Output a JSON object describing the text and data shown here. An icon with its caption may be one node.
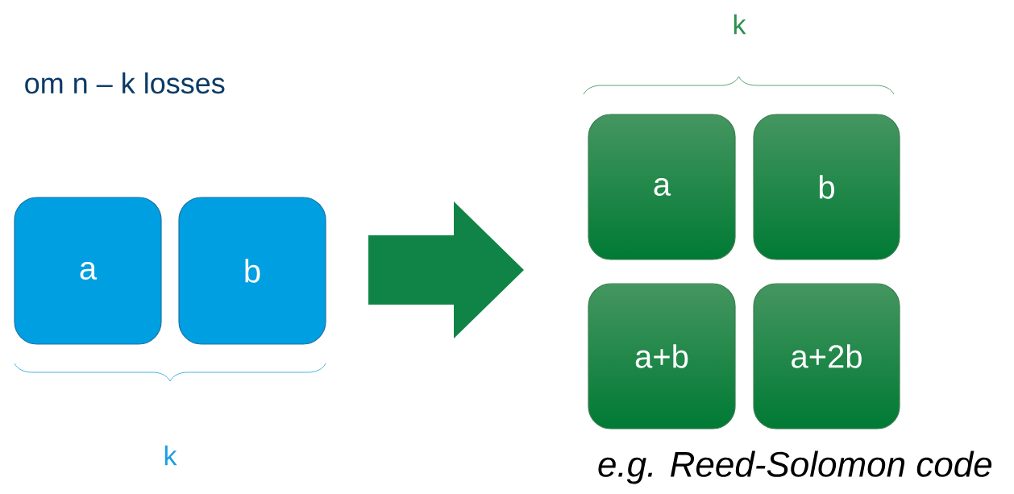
{
  "diagram": {
    "caption": "e.g. Reed-Solomon code",
    "nodes": [
      {
        "text": [
          "a"
        ]
      },
      {
        "text": [
          "b"
        ]
      },
      {
        "text": [
          "a"
        ]
      },
      {
        "text": [
          "b"
        ]
      },
      {
        "text": [
          "a+b"
        ]
      },
      {
        "text": [
          "a+2b"
        ]
      }
    ],
    "labels": [
      "k",
      "om n – k losses",
      "k"
    ]
  }
}
